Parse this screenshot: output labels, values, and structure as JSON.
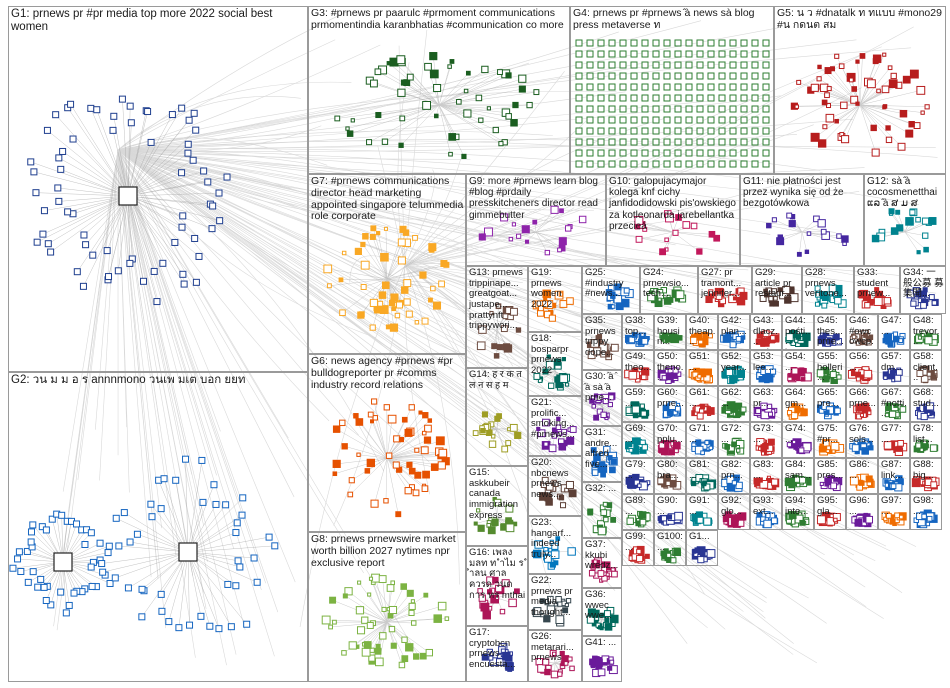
{
  "title": "",
  "groups": [
    {
      "id": "G1",
      "label": "G1: prnews pr #pr media top more 2022 social best women",
      "color": "#1f3f8f"
    },
    {
      "id": "G2",
      "label": "G2: วน ม ม อ ร annnmono วนเพ มเต บอก ยยท",
      "color": "#1565c0"
    },
    {
      "id": "G3",
      "label": "G3: #prnews pr paarulc #prmoment communications prmomentindia karanbhatias #communication co more",
      "color": "#1b5e20"
    },
    {
      "id": "G4",
      "label": "G4: prnews pr #prnews ̂à news sà blog press metaverse ท",
      "color": "#2e7d32"
    },
    {
      "id": "G5",
      "label": "G5: น ว #dnatalk ท ทแบบ #mono29 #น กดนต สม",
      "color": "#b71c1c"
    },
    {
      "id": "G6",
      "label": "G6: news agency #prnews #pr bulldogreporter pr #comms industry record relations",
      "color": "#e65100"
    },
    {
      "id": "G7",
      "label": "G7: #prnews communications director head marketing appointed singapore telummedia role corporate",
      "color": "#f9a825"
    },
    {
      "id": "G8",
      "label": "G8: prnews prnewswire market worth billion 2027 nytimes npr exclusive report",
      "color": "#7cb342"
    },
    {
      "id": "G9",
      "label": "G9: more #prnews learn blog #blog #prdaily presskitcheners director read gimmebutter",
      "color": "#8e24aa"
    },
    {
      "id": "G10",
      "label": "G10: galopujacymajor kolega knf cichy janfidodidowski pis'owskiego za kotleonarda jarebellantka przecieá",
      "color": "#c2185b"
    },
    {
      "id": "G11",
      "label": "G11: nie płatności jest przez wynika się od że bezgotówkowa",
      "color": "#4527a0"
    },
    {
      "id": "G12",
      "label": "G12: sà ̂à cocosmenetthai ແລ ̂à ສ ມ ສ",
      "color": "#00838f"
    },
    {
      "id": "G13",
      "label": "G13: prnews trippinape... greatgoat... justape... prattynft trippywori...",
      "color": "#6d4c41"
    },
    {
      "id": "G14",
      "label": "G14: ह र क त ल न स ह म",
      "color": "#9e9d24"
    },
    {
      "id": "G15",
      "label": "G15: askkubeir canada immigration express",
      "color": "#558b2f"
    },
    {
      "id": "G16",
      "label": "G16: เพลง มลท ท ำไม ร ำลน ศาล ควรด วนด การ ทร mthai",
      "color": "#ad1457"
    },
    {
      "id": "G17",
      "label": "G17: cryptobcn prnews encuesta...",
      "color": "#283593"
    },
    {
      "id": "G18",
      "label": "G18: bosparpr prnews 2022",
      "color": "#00695c"
    },
    {
      "id": "G19",
      "label": "G19: prnews women 2022",
      "color": "#ef6c00"
    },
    {
      "id": "G20",
      "label": "G20: nbcnews prnews news...",
      "color": "#5d4037"
    },
    {
      "id": "G21",
      "label": "G21: prolific... smoking... #prnews...",
      "color": "#6a1b9a"
    },
    {
      "id": "G22",
      "label": "G22: prnews pr media thought...",
      "color": "#37474f"
    },
    {
      "id": "G23",
      "label": "G23: hangarf... indeed truly...",
      "color": "#0277bd"
    },
    {
      "id": "G25",
      "label": "G25: #industry #news...",
      "color": "#1565c0"
    },
    {
      "id": "G26",
      "label": "G26: metarari... prnews",
      "color": "#ad1457"
    },
    {
      "id": "G24",
      "label": "G24: prnewsio... tech...",
      "color": "#2e7d32"
    },
    {
      "id": "G27",
      "label": "G27: pr tramont... jennifer...",
      "color": "#c62828"
    },
    {
      "id": "G28",
      "label": "G28: prnews veritone...",
      "color": "#00838f"
    },
    {
      "id": "G29",
      "label": "G29: article pr restaur...",
      "color": "#4e342e"
    },
    {
      "id": "G30",
      "label": "G30: ̂à ̂à sà ̂à prne...",
      "color": "#6a1b9a"
    },
    {
      "id": "G31",
      "label": "G31: andre... alfred five...",
      "color": "#1565c0"
    },
    {
      "id": "G32",
      "label": "G32: ...",
      "color": "#2e7d32"
    },
    {
      "id": "G33",
      "label": "G33: student prnew...",
      "color": "#c62828"
    },
    {
      "id": "G34",
      "label": "G34: 一般公募 募集開...",
      "color": "#283593"
    },
    {
      "id": "G35",
      "label": "G35: prnews trippy dope...",
      "color": "#6d4c41"
    },
    {
      "id": "G36",
      "label": "G36: wwec wwe...",
      "color": "#00695c"
    },
    {
      "id": "G37",
      "label": "G37: kkubi wredz...",
      "color": "#ad1457"
    },
    {
      "id": "G38",
      "label": "G38: top...",
      "color": "#1565c0"
    },
    {
      "id": "G39",
      "label": "G39: housin...",
      "color": "#2e7d32"
    },
    {
      "id": "G40",
      "label": "G40: theap...",
      "color": "#ef6c00"
    },
    {
      "id": "G41",
      "label": "G41: ...",
      "color": "#6a1b9a"
    },
    {
      "id": "G42",
      "label": "G42: plan...",
      "color": "#1565c0"
    },
    {
      "id": "G43",
      "label": "G43: dlacz... prok...",
      "color": "#c62828"
    },
    {
      "id": "G44",
      "label": "G44: pośti... impa...",
      "color": "#00695c"
    },
    {
      "id": "G45",
      "label": "G45: thes... prne...",
      "color": "#283593"
    },
    {
      "id": "G46",
      "label": "G46: #owc owcp...",
      "color": "#6d4c41"
    },
    {
      "id": "G47",
      "label": "G47: ...",
      "color": "#1565c0"
    },
    {
      "id": "G48",
      "label": "G48: trevor...",
      "color": "#2e7d32"
    },
    {
      "id": "G49",
      "label": "G49: theo...",
      "color": "#c62828"
    },
    {
      "id": "G50",
      "label": "G50: theno...",
      "color": "#6a1b9a"
    },
    {
      "id": "G51",
      "label": "G51: ...",
      "color": "#ef6c00"
    },
    {
      "id": "G52",
      "label": "G52: year...",
      "color": "#00838f"
    },
    {
      "id": "G53",
      "label": "G53: lee...",
      "color": "#1565c0"
    },
    {
      "id": "G54",
      "label": "G54: ...",
      "color": "#ad1457"
    },
    {
      "id": "G55",
      "label": "G55: holleri...",
      "color": "#2e7d32"
    },
    {
      "id": "G56",
      "label": "G56: ...",
      "color": "#c62828"
    },
    {
      "id": "G57",
      "label": "G57: dm...",
      "color": "#283593"
    },
    {
      "id": "G58",
      "label": "G58: client...",
      "color": "#6d4c41"
    },
    {
      "id": "G59",
      "label": "G59: ...",
      "color": "#00695c"
    },
    {
      "id": "G60",
      "label": "G60: prne...",
      "color": "#1565c0"
    },
    {
      "id": "G61",
      "label": "G61: ...",
      "color": "#c62828"
    },
    {
      "id": "G62",
      "label": "G62: ...",
      "color": "#2e7d32"
    },
    {
      "id": "G63",
      "label": "G63: pr...",
      "color": "#6a1b9a"
    },
    {
      "id": "G64",
      "label": "G64: gm...",
      "color": "#ef6c00"
    },
    {
      "id": "G65",
      "label": "G65: pre...",
      "color": "#1565c0"
    },
    {
      "id": "G66",
      "label": "G66: prne...",
      "color": "#c62828"
    },
    {
      "id": "G67",
      "label": "G67: #notti...",
      "color": "#2e7d32"
    },
    {
      "id": "G68",
      "label": "G68: stud...",
      "color": "#283593"
    },
    {
      "id": "G69",
      "label": "G69: ...",
      "color": "#00838f"
    },
    {
      "id": "G70",
      "label": "G70: pplu...",
      "color": "#ad1457"
    },
    {
      "id": "G71",
      "label": "G71: ...",
      "color": "#1565c0"
    },
    {
      "id": "G72",
      "label": "G72: ...",
      "color": "#2e7d32"
    },
    {
      "id": "G73",
      "label": "G73: ...",
      "color": "#c62828"
    },
    {
      "id": "G74",
      "label": "G74: ...",
      "color": "#6a1b9a"
    },
    {
      "id": "G75",
      "label": "G75: #pr...",
      "color": "#ef6c00"
    },
    {
      "id": "G76",
      "label": "G76: sols...",
      "color": "#1565c0"
    },
    {
      "id": "G77",
      "label": "G77: ...",
      "color": "#c62828"
    },
    {
      "id": "G78",
      "label": "G78: list...",
      "color": "#2e7d32"
    },
    {
      "id": "G79",
      "label": "G79: ...",
      "color": "#283593"
    },
    {
      "id": "G80",
      "label": "G80: bra...",
      "color": "#6d4c41"
    },
    {
      "id": "G81",
      "label": "G81: ...",
      "color": "#00695c"
    },
    {
      "id": "G82",
      "label": "G82: prn...",
      "color": "#1565c0"
    },
    {
      "id": "G83",
      "label": "G83: ...",
      "color": "#c62828"
    },
    {
      "id": "G84",
      "label": "G84: sam...",
      "color": "#2e7d32"
    },
    {
      "id": "G85",
      "label": "G85: pres...",
      "color": "#6a1b9a"
    },
    {
      "id": "G86",
      "label": "G86: ...",
      "color": "#ef6c00"
    },
    {
      "id": "G87",
      "label": "G87: link...",
      "color": "#1565c0"
    },
    {
      "id": "G88",
      "label": "G88: big...",
      "color": "#c62828"
    },
    {
      "id": "G89",
      "label": "G89: ...",
      "color": "#2e7d32"
    },
    {
      "id": "G90",
      "label": "G90: ...",
      "color": "#283593"
    },
    {
      "id": "G91",
      "label": "G91: ...",
      "color": "#00838f"
    },
    {
      "id": "G92",
      "label": "G92: glo...",
      "color": "#ad1457"
    },
    {
      "id": "G93",
      "label": "G93: ext...",
      "color": "#1565c0"
    },
    {
      "id": "G94",
      "label": "G94: inte...",
      "color": "#2e7d32"
    },
    {
      "id": "G95",
      "label": "G95: gla...",
      "color": "#c62828"
    },
    {
      "id": "G96",
      "label": "G96: ...",
      "color": "#6a1b9a"
    },
    {
      "id": "G97",
      "label": "G97: ...",
      "color": "#ef6c00"
    },
    {
      "id": "G98",
      "label": "G98: ...",
      "color": "#1565c0"
    },
    {
      "id": "G99",
      "label": "G99: ...",
      "color": "#c62828"
    },
    {
      "id": "G100",
      "label": "G100: ...",
      "color": "#2e7d32"
    },
    {
      "id": "G101",
      "label": "G1...",
      "color": "#283593"
    }
  ]
}
